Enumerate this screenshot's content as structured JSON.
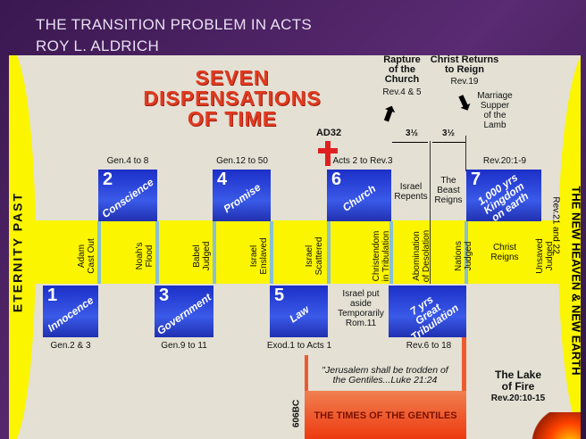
{
  "header": {
    "title": "THE TRANSITION PROBLEM IN ACTS",
    "author": "ROY L. ALDRICH"
  },
  "diagram": {
    "title": [
      "SEVEN",
      "DISPENSATIONS",
      "OF TIME"
    ],
    "side_left": "ETERNITY PAST",
    "side_right": "THE NEW HEAVEN & NEW EARTH",
    "side_right_ref": "Rev.21 and 22",
    "dispensations": [
      {
        "num": "1",
        "name": "Innocence",
        "ref": "Gen.2 & 3"
      },
      {
        "num": "2",
        "name": "Conscience",
        "ref": "Gen.4 to 8"
      },
      {
        "num": "3",
        "name": "Government",
        "ref": "Gen.9 to 11"
      },
      {
        "num": "4",
        "name": "Promise",
        "ref": "Gen.12 to 50"
      },
      {
        "num": "5",
        "name": "Law",
        "ref": "Exod.1 to Acts 1"
      },
      {
        "num": "6",
        "name": "Church",
        "ref": "Acts 2 to Rev.3"
      },
      {
        "num": "7",
        "name": "1,000 yrs Kingdom on earth",
        "ref": "Rev.20:1-9"
      }
    ],
    "tribulation": {
      "name": "7 yrs Great Tribulation",
      "ref": "Rev.6 to 18"
    },
    "judgments": [
      [
        "Adam",
        "Cast Out"
      ],
      [
        "Noah's",
        "Flood"
      ],
      [
        "Babel",
        "Judged"
      ],
      [
        "Israel",
        "Enslaved"
      ],
      [
        "Israel",
        "Scattered"
      ],
      [
        "Christendom",
        "in Tribulation"
      ],
      [
        "Abomination",
        "of Desolation"
      ],
      [
        "Nations",
        "Judged"
      ],
      [
        "Unsaved",
        "Judged"
      ]
    ],
    "christ_reigns": "Christ Reigns",
    "israel_repents": "Israel Repents",
    "beast_reigns": "The Beast Reigns",
    "israel_aside": [
      "Israel put",
      "aside",
      "Temporarily",
      "Rom.11"
    ],
    "ad32": "AD32",
    "rapture": {
      "title": [
        "Rapture",
        "of the",
        "Church"
      ],
      "ref": "Rev.4 & 5"
    },
    "return": {
      "title": [
        "Christ Returns",
        "to Reign"
      ],
      "ref": "Rev.19"
    },
    "marriage": [
      "Marriage",
      "Supper",
      "of the",
      "Lamb"
    ],
    "half": "3½",
    "quote": [
      "\"Jerusalem shall be trodden of",
      "the Gentiles...Luke 21:24"
    ],
    "bc606": "606BC",
    "gentiles": "THE TIMES OF THE GENTILES",
    "lake": {
      "title": [
        "The Lake",
        "of Fire"
      ],
      "ref": "Rev.20:10-15"
    }
  }
}
